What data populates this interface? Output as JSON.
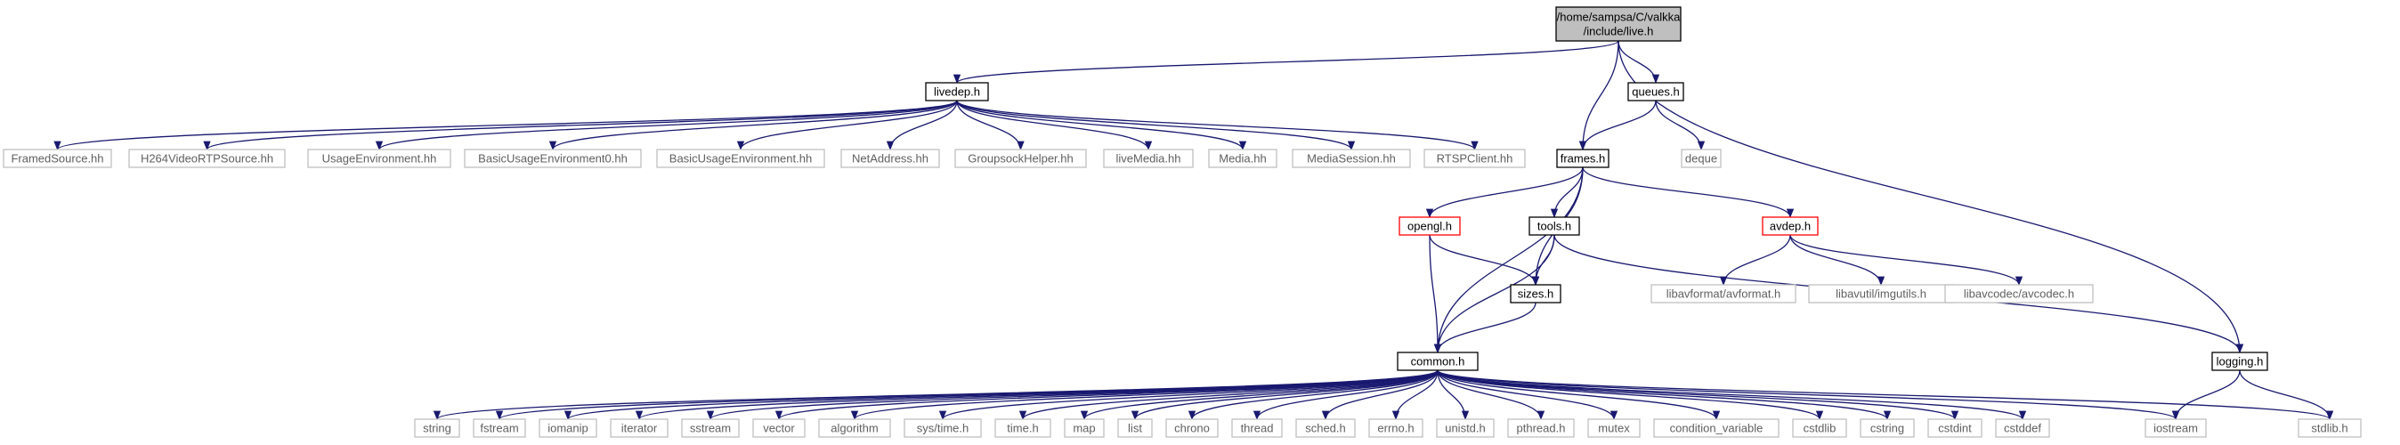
{
  "graph": {
    "nodes": {
      "live": {
        "label_lines": [
          "/home/sampsa/C/valkka",
          "/include/live.h"
        ],
        "style": "root"
      },
      "livedep": {
        "label_lines": [
          "livedep.h"
        ],
        "style": "doc"
      },
      "queues": {
        "label_lines": [
          "queues.h"
        ],
        "style": "doc"
      },
      "frames": {
        "label_lines": [
          "frames.h"
        ],
        "style": "doc"
      },
      "logging": {
        "label_lines": [
          "logging.h"
        ],
        "style": "doc"
      },
      "deque": {
        "label_lines": [
          "deque"
        ],
        "style": "ext"
      },
      "framedsource": {
        "label_lines": [
          "FramedSource.hh"
        ],
        "style": "ext"
      },
      "h264": {
        "label_lines": [
          "H264VideoRTPSource.hh"
        ],
        "style": "ext"
      },
      "usageenv": {
        "label_lines": [
          "UsageEnvironment.hh"
        ],
        "style": "ext"
      },
      "basicusage0": {
        "label_lines": [
          "BasicUsageEnvironment0.hh"
        ],
        "style": "ext"
      },
      "basicusage": {
        "label_lines": [
          "BasicUsageEnvironment.hh"
        ],
        "style": "ext"
      },
      "netaddress": {
        "label_lines": [
          "NetAddress.hh"
        ],
        "style": "ext"
      },
      "groupsock": {
        "label_lines": [
          "GroupsockHelper.hh"
        ],
        "style": "ext"
      },
      "livemedia": {
        "label_lines": [
          "liveMedia.hh"
        ],
        "style": "ext"
      },
      "media": {
        "label_lines": [
          "Media.hh"
        ],
        "style": "ext"
      },
      "mediasession": {
        "label_lines": [
          "MediaSession.hh"
        ],
        "style": "ext"
      },
      "rtspclient": {
        "label_lines": [
          "RTSPClient.hh"
        ],
        "style": "ext"
      },
      "opengl": {
        "label_lines": [
          "opengl.h"
        ],
        "style": "missing"
      },
      "tools": {
        "label_lines": [
          "tools.h"
        ],
        "style": "doc"
      },
      "avdep": {
        "label_lines": [
          "avdep.h"
        ],
        "style": "missing"
      },
      "sizes": {
        "label_lines": [
          "sizes.h"
        ],
        "style": "doc"
      },
      "avformat": {
        "label_lines": [
          "libavformat/avformat.h"
        ],
        "style": "ext"
      },
      "imgutils": {
        "label_lines": [
          "libavutil/imgutils.h"
        ],
        "style": "ext"
      },
      "avcodec": {
        "label_lines": [
          "libavcodec/avcodec.h"
        ],
        "style": "ext"
      },
      "common": {
        "label_lines": [
          "common.h"
        ],
        "style": "doc"
      },
      "string": {
        "label_lines": [
          "string"
        ],
        "style": "ext"
      },
      "fstream": {
        "label_lines": [
          "fstream"
        ],
        "style": "ext"
      },
      "iomanip": {
        "label_lines": [
          "iomanip"
        ],
        "style": "ext"
      },
      "iterator": {
        "label_lines": [
          "iterator"
        ],
        "style": "ext"
      },
      "sstream": {
        "label_lines": [
          "sstream"
        ],
        "style": "ext"
      },
      "vector": {
        "label_lines": [
          "vector"
        ],
        "style": "ext"
      },
      "algorithm": {
        "label_lines": [
          "algorithm"
        ],
        "style": "ext"
      },
      "systime": {
        "label_lines": [
          "sys/time.h"
        ],
        "style": "ext"
      },
      "timeh": {
        "label_lines": [
          "time.h"
        ],
        "style": "ext"
      },
      "map": {
        "label_lines": [
          "map"
        ],
        "style": "ext"
      },
      "list": {
        "label_lines": [
          "list"
        ],
        "style": "ext"
      },
      "chrono": {
        "label_lines": [
          "chrono"
        ],
        "style": "ext"
      },
      "thread": {
        "label_lines": [
          "thread"
        ],
        "style": "ext"
      },
      "sched": {
        "label_lines": [
          "sched.h"
        ],
        "style": "ext"
      },
      "errno": {
        "label_lines": [
          "errno.h"
        ],
        "style": "ext"
      },
      "unistd": {
        "label_lines": [
          "unistd.h"
        ],
        "style": "ext"
      },
      "pthread": {
        "label_lines": [
          "pthread.h"
        ],
        "style": "ext"
      },
      "mutex": {
        "label_lines": [
          "mutex"
        ],
        "style": "ext"
      },
      "condvar": {
        "label_lines": [
          "condition_variable"
        ],
        "style": "ext"
      },
      "cstdlib": {
        "label_lines": [
          "cstdlib"
        ],
        "style": "ext"
      },
      "cstring": {
        "label_lines": [
          "cstring"
        ],
        "style": "ext"
      },
      "cstdint": {
        "label_lines": [
          "cstdint"
        ],
        "style": "ext"
      },
      "cstddef": {
        "label_lines": [
          "cstddef"
        ],
        "style": "ext"
      },
      "iostream": {
        "label_lines": [
          "iostream"
        ],
        "style": "ext"
      },
      "stdlib": {
        "label_lines": [
          "stdlib.h"
        ],
        "style": "ext"
      }
    },
    "edges": [
      [
        "live",
        "livedep"
      ],
      [
        "live",
        "queues"
      ],
      [
        "live",
        "frames"
      ],
      [
        "live",
        "logging"
      ],
      [
        "livedep",
        "framedsource"
      ],
      [
        "livedep",
        "h264"
      ],
      [
        "livedep",
        "usageenv"
      ],
      [
        "livedep",
        "basicusage0"
      ],
      [
        "livedep",
        "basicusage"
      ],
      [
        "livedep",
        "netaddress"
      ],
      [
        "livedep",
        "groupsock"
      ],
      [
        "livedep",
        "livemedia"
      ],
      [
        "livedep",
        "media"
      ],
      [
        "livedep",
        "mediasession"
      ],
      [
        "livedep",
        "rtspclient"
      ],
      [
        "queues",
        "frames"
      ],
      [
        "queues",
        "deque"
      ],
      [
        "frames",
        "opengl"
      ],
      [
        "frames",
        "tools"
      ],
      [
        "frames",
        "avdep"
      ],
      [
        "frames",
        "sizes"
      ],
      [
        "frames",
        "common"
      ],
      [
        "opengl",
        "sizes"
      ],
      [
        "opengl",
        "common"
      ],
      [
        "tools",
        "sizes"
      ],
      [
        "tools",
        "common"
      ],
      [
        "tools",
        "logging"
      ],
      [
        "sizes",
        "common"
      ],
      [
        "avdep",
        "avformat"
      ],
      [
        "avdep",
        "imgutils"
      ],
      [
        "avdep",
        "avcodec"
      ],
      [
        "logging",
        "iostream"
      ],
      [
        "logging",
        "stdlib"
      ],
      [
        "common",
        "string"
      ],
      [
        "common",
        "fstream"
      ],
      [
        "common",
        "iomanip"
      ],
      [
        "common",
        "iterator"
      ],
      [
        "common",
        "sstream"
      ],
      [
        "common",
        "vector"
      ],
      [
        "common",
        "algorithm"
      ],
      [
        "common",
        "systime"
      ],
      [
        "common",
        "timeh"
      ],
      [
        "common",
        "map"
      ],
      [
        "common",
        "list"
      ],
      [
        "common",
        "chrono"
      ],
      [
        "common",
        "thread"
      ],
      [
        "common",
        "sched"
      ],
      [
        "common",
        "errno"
      ],
      [
        "common",
        "unistd"
      ],
      [
        "common",
        "pthread"
      ],
      [
        "common",
        "mutex"
      ],
      [
        "common",
        "condvar"
      ],
      [
        "common",
        "cstdlib"
      ],
      [
        "common",
        "cstring"
      ],
      [
        "common",
        "cstdint"
      ],
      [
        "common",
        "cstddef"
      ],
      [
        "common",
        "iostream"
      ],
      [
        "common",
        "stdlib"
      ]
    ]
  },
  "colors": {
    "edge": "#191970",
    "root_fill": "#bfbfbf",
    "doc_border": "#000000",
    "ext_border": "#bfbfbf",
    "missing_border": "#ff0000",
    "doc_text": "#000000",
    "ext_text": "#606060"
  }
}
